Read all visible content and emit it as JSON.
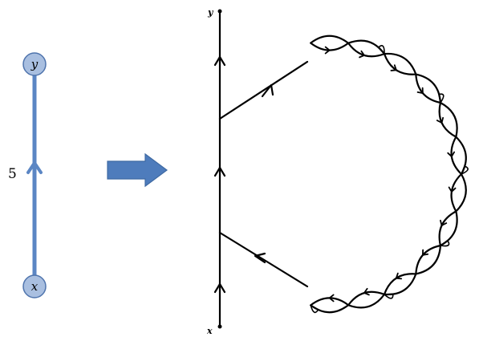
{
  "left_graph": {
    "top_node": {
      "label": "y"
    },
    "bottom_node": {
      "label": "x"
    },
    "edge_weight": "5",
    "node_fill": "#a9bfe0",
    "node_stroke": "#4f74ad",
    "edge_color": "#5b86c4"
  },
  "arrow": {
    "fill": "#4e7cbc",
    "stroke": "#3f6aa3"
  },
  "right_diagram": {
    "top_label": "y",
    "bottom_label": "x",
    "loops_per_chain": 6,
    "ink": "#000000"
  }
}
